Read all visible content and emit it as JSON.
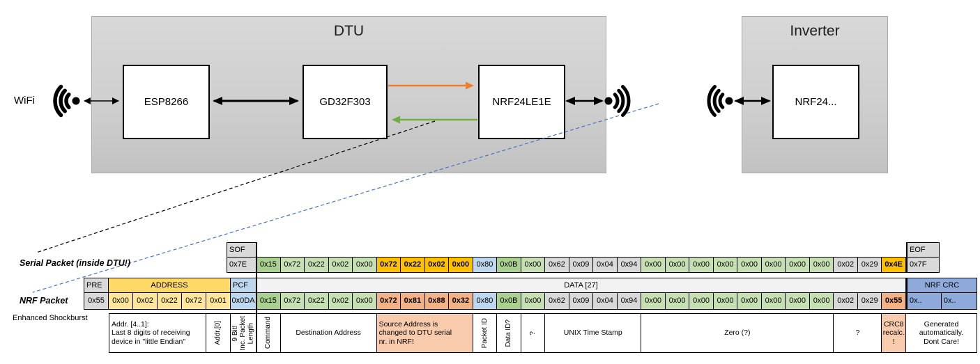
{
  "diagram": {
    "dtu_title": "DTU",
    "inverter_title": "Inverter",
    "wifi_label": "WiFi",
    "esp_label": "ESP8266",
    "gd_label": "GD32F303",
    "nrf_label": "NRF24LE1E",
    "inv_nrf_label": "NRF24..."
  },
  "colors": {
    "g1": "#C6E0B4",
    "g2": "#A9D08E",
    "gy": "#D9D9D9",
    "bl": "#BDD7EE",
    "gold": "#FFC000",
    "sal": "#F4B183",
    "yel": "#FFE699",
    "crc": "#8EAADB",
    "annsal": "#F8CBAD",
    "hdr_addr": "#FFD966",
    "hdr_data": "#F2F2F2",
    "orange_arrow": "#ED7D31",
    "green_arrow": "#70AD47",
    "blue_dash": "#4472C4"
  },
  "serial": {
    "label": "Serial Packet (inside DTU!)",
    "sof_header": "SOF",
    "sof": "0x7E",
    "eof_header": "EOF",
    "eof": "0x7F",
    "bytes": [
      {
        "v": "0x15",
        "c": "g2"
      },
      {
        "v": "0x72",
        "c": "g1"
      },
      {
        "v": "0x22",
        "c": "g1"
      },
      {
        "v": "0x02",
        "c": "g1"
      },
      {
        "v": "0x00",
        "c": "g1"
      },
      {
        "v": "0x72",
        "c": "gold",
        "b": true
      },
      {
        "v": "0x22",
        "c": "gold",
        "b": true
      },
      {
        "v": "0x02",
        "c": "gold",
        "b": true
      },
      {
        "v": "0x00",
        "c": "gold",
        "b": true
      },
      {
        "v": "0x80",
        "c": "bl"
      },
      {
        "v": "0x0B",
        "c": "g2"
      },
      {
        "v": "0x00",
        "c": "g1"
      },
      {
        "v": "0x62",
        "c": "gy"
      },
      {
        "v": "0x09",
        "c": "gy"
      },
      {
        "v": "0x04",
        "c": "gy"
      },
      {
        "v": "0x94",
        "c": "gy"
      },
      {
        "v": "0x00",
        "c": "g1"
      },
      {
        "v": "0x00",
        "c": "g1"
      },
      {
        "v": "0x00",
        "c": "g1"
      },
      {
        "v": "0x00",
        "c": "g1"
      },
      {
        "v": "0x00",
        "c": "g1"
      },
      {
        "v": "0x00",
        "c": "g1"
      },
      {
        "v": "0x00",
        "c": "g1"
      },
      {
        "v": "0x00",
        "c": "g1"
      },
      {
        "v": "0x02",
        "c": "gy"
      },
      {
        "v": "0x29",
        "c": "gy"
      },
      {
        "v": "0x4E",
        "c": "gold",
        "b": true
      }
    ]
  },
  "nrf": {
    "label": "NRF Packet",
    "sublabel": "Enhanced Shockburst",
    "headers": {
      "pre": "PRE",
      "address": "ADDRESS",
      "pcf": "PCF",
      "data": "DATA [27]",
      "crc": "NRF CRC"
    },
    "pre": "0x55",
    "address": [
      "0x00",
      "0x02",
      "0x22",
      "0x72",
      "0x01"
    ],
    "pcf": "0x0DA",
    "bytes": [
      {
        "v": "0x15",
        "c": "g2"
      },
      {
        "v": "0x72",
        "c": "g1"
      },
      {
        "v": "0x22",
        "c": "g1"
      },
      {
        "v": "0x02",
        "c": "g1"
      },
      {
        "v": "0x00",
        "c": "g1"
      },
      {
        "v": "0x72",
        "c": "sal",
        "b": true
      },
      {
        "v": "0x81",
        "c": "sal",
        "b": true
      },
      {
        "v": "0x88",
        "c": "sal",
        "b": true
      },
      {
        "v": "0x32",
        "c": "sal",
        "b": true
      },
      {
        "v": "0x80",
        "c": "bl"
      },
      {
        "v": "0x0B",
        "c": "g2"
      },
      {
        "v": "0x00",
        "c": "g1"
      },
      {
        "v": "0x62",
        "c": "gy"
      },
      {
        "v": "0x09",
        "c": "gy"
      },
      {
        "v": "0x04",
        "c": "gy"
      },
      {
        "v": "0x94",
        "c": "gy"
      },
      {
        "v": "0x00",
        "c": "g1"
      },
      {
        "v": "0x00",
        "c": "g1"
      },
      {
        "v": "0x00",
        "c": "g1"
      },
      {
        "v": "0x00",
        "c": "g1"
      },
      {
        "v": "0x00",
        "c": "g1"
      },
      {
        "v": "0x00",
        "c": "g1"
      },
      {
        "v": "0x00",
        "c": "g1"
      },
      {
        "v": "0x00",
        "c": "g1"
      },
      {
        "v": "0x02",
        "c": "gy"
      },
      {
        "v": "0x29",
        "c": "gy"
      },
      {
        "v": "0x55",
        "c": "sal",
        "b": true
      }
    ],
    "crc": [
      "0x..",
      "0x.."
    ]
  },
  "annotations": [
    {
      "name": "note-addr-receiving",
      "text": "Addr. [4..1]:\nLast 8 digits of receiving\ndevice in \"little Endian\"",
      "align": "left"
    },
    {
      "name": "note-addr0",
      "text": "Addr.[0]",
      "vertical": true
    },
    {
      "name": "note-pcf-9bit",
      "text": "9 Bit!\nInc. Packet\nLength",
      "vertical": true
    },
    {
      "name": "note-command",
      "text": "Command",
      "vertical": true
    },
    {
      "name": "note-destination-address",
      "text": "Destination Address"
    },
    {
      "name": "note-source-address",
      "text": "Source Address is\nchanged to DTU serial\nnr. in NRF!",
      "bg": "salmon",
      "align": "left"
    },
    {
      "name": "note-packet-id",
      "text": "Packet ID",
      "vertical": true
    },
    {
      "name": "note-data-id",
      "text": "Data ID?",
      "vertical": true
    },
    {
      "name": "note-unknown-1",
      "text": "?",
      "vertical": true
    },
    {
      "name": "note-unix-timestamp",
      "text": "UNIX Time Stamp"
    },
    {
      "name": "note-zero",
      "text": "Zero (?)"
    },
    {
      "name": "note-unknown-2",
      "text": "?"
    },
    {
      "name": "note-crc8-recalc",
      "text": "CRC8\nrecalc.\n!",
      "bg": "salmon"
    },
    {
      "name": "note-nrf-crc-generated",
      "text": "Generated\nautomatically.\nDont Care!"
    }
  ]
}
